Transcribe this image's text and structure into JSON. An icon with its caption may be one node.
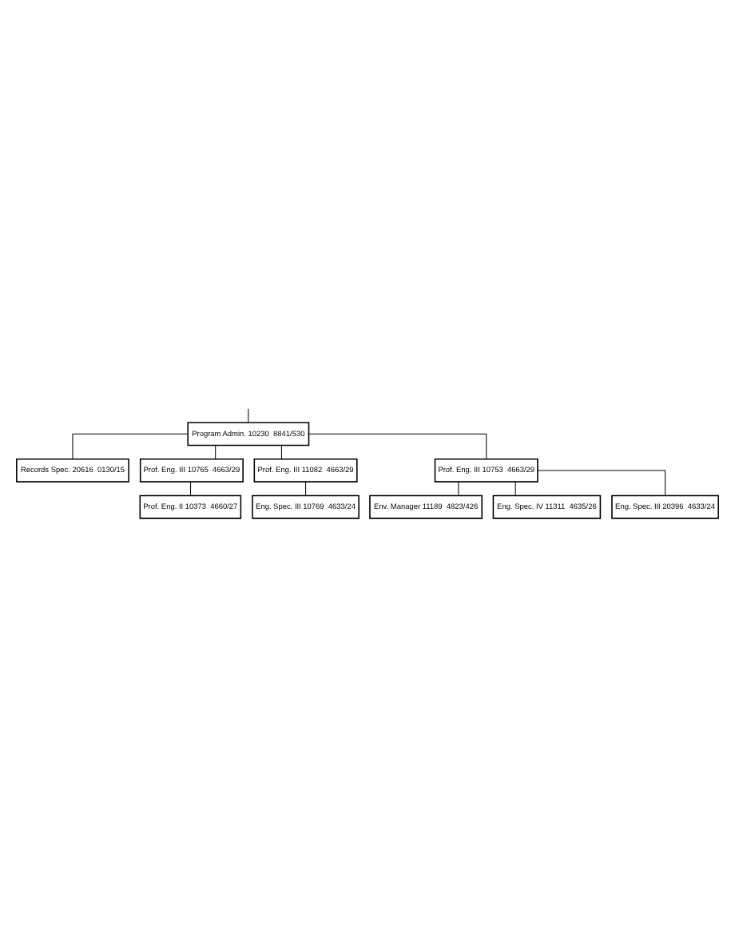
{
  "diagram": {
    "nodes": [
      {
        "text": [
          "Program Admin. 10230  8841/530"
        ]
      },
      {
        "text": [
          "Records Spec. 20616  0130/15"
        ]
      },
      {
        "text": [
          "Prof. Eng. III 10765  4663/29"
        ]
      },
      {
        "text": [
          "Prof. Eng. III 11082  4663/29"
        ]
      },
      {
        "text": [
          "Prof. Eng. II 10373  4660/27"
        ]
      },
      {
        "text": [
          "Eng. Spec. III 10769  4633/24"
        ]
      },
      {
        "text": [
          "Prof. Eng. III 10753  4663/29"
        ]
      },
      {
        "text": [
          "Env. Manager 11189  4823/426"
        ]
      },
      {
        "text": [
          "Eng. Spec. IV 11311  4635/26"
        ]
      },
      {
        "text": [
          "Eng. Spec. III 20396  4633/24"
        ]
      }
    ],
    "edges": [
      {
        "from": null,
        "to": 0,
        "arrow": "none"
      },
      {
        "from": 0,
        "to": 1,
        "arrow": "none"
      },
      {
        "from": 0,
        "to": 2,
        "arrow": "none"
      },
      {
        "from": 0,
        "to": 3,
        "arrow": "none"
      },
      {
        "from": 0,
        "to": 6,
        "arrow": "none"
      },
      {
        "from": 2,
        "to": 4,
        "arrow": "none"
      },
      {
        "from": 3,
        "to": 5,
        "arrow": "none"
      },
      {
        "from": 6,
        "to": 7,
        "arrow": "none"
      },
      {
        "from": 6,
        "to": 8,
        "arrow": "none"
      },
      {
        "from": 6,
        "to": 9,
        "arrow": "none"
      }
    ]
  }
}
